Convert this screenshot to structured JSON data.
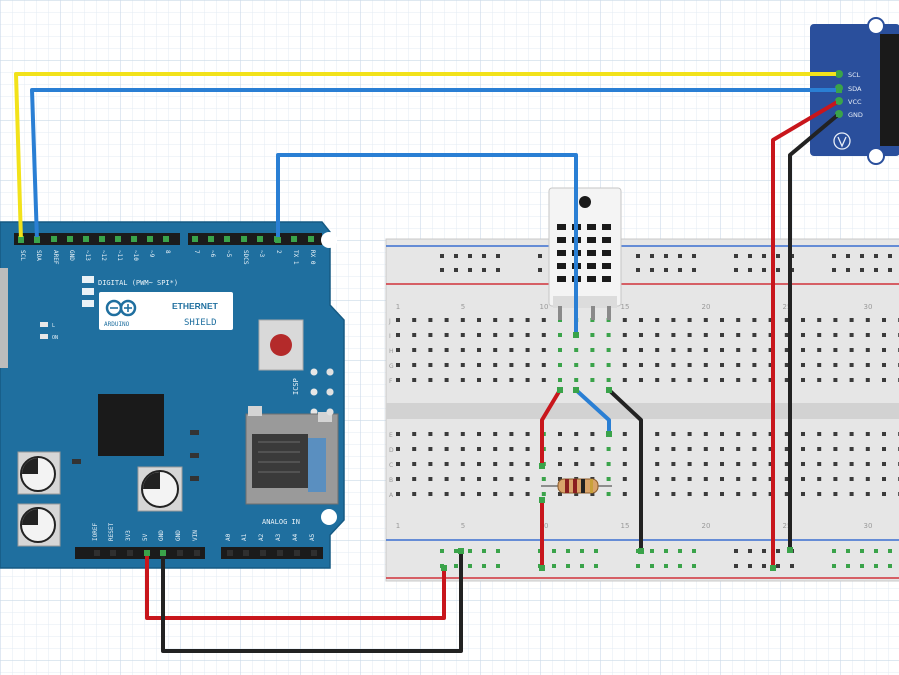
{
  "arduino": {
    "pin_labels_top": [
      "SCL",
      "SDA",
      "AREF",
      "GND",
      "~13",
      "~12",
      "~11",
      "~10",
      "~9",
      "8",
      "7",
      "~6",
      "~5",
      "SDCS",
      "~3",
      "2",
      "TX 1",
      "RX 0"
    ],
    "digital_label": "DIGITAL (PWM~ SPI*)",
    "brand": "ARDUINO",
    "shield_line1": "ETHERNET",
    "shield_line2": "SHIELD",
    "icsp_label": "ICSP",
    "led_l": "L",
    "led_on": "ON",
    "power_labels": [
      "IOREF",
      "RESET",
      "3V3",
      "5V",
      "GND",
      "GND",
      "VIN"
    ],
    "analog_label": "ANALOG IN",
    "analog_pins": [
      "A0",
      "A1",
      "A2",
      "A3",
      "A4",
      "A5"
    ]
  },
  "oled": {
    "pins": [
      "SCL",
      "SDA",
      "VCC",
      "GND"
    ]
  },
  "breadboard": {
    "row_letters_top": [
      "J",
      "I",
      "H",
      "G",
      "F"
    ],
    "row_letters_bottom": [
      "E",
      "D",
      "C",
      "B",
      "A"
    ],
    "column_numbers_top": [
      "1",
      "5",
      "10",
      "15",
      "20",
      "25",
      "30"
    ],
    "column_numbers_bottom": [
      "1",
      "5",
      "10",
      "15",
      "20",
      "25",
      "30"
    ]
  },
  "colors": {
    "board_blue": "#1f6f9f",
    "wire_yellow": "#f2e21a",
    "wire_blue": "#2a7fd4",
    "wire_red": "#c8161c",
    "wire_black": "#222222",
    "oled_blue": "#2a4f9c",
    "grid": "#d6e2ee"
  }
}
